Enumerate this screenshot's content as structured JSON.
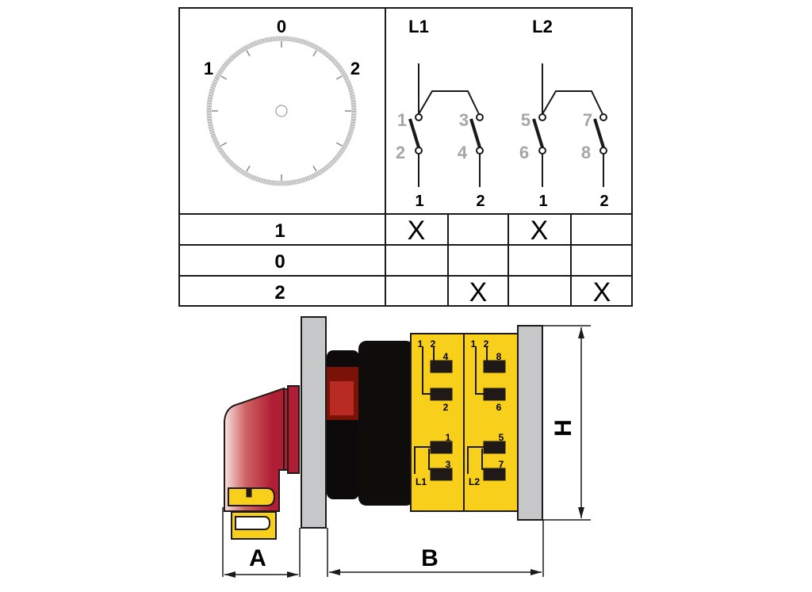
{
  "dial": {
    "positions": [
      "0",
      "1",
      "2"
    ]
  },
  "schematic": {
    "groups": [
      {
        "line_label": "L1",
        "contacts": [
          "1",
          "2",
          "3",
          "4"
        ],
        "outputs": [
          "1",
          "2"
        ]
      },
      {
        "line_label": "L2",
        "contacts": [
          "5",
          "6",
          "7",
          "8"
        ],
        "outputs": [
          "1",
          "2"
        ]
      }
    ]
  },
  "switching_table": {
    "rows": [
      {
        "position": "1",
        "cells": [
          "X",
          "",
          "X",
          ""
        ]
      },
      {
        "position": "0",
        "cells": [
          "",
          "",
          "",
          ""
        ]
      },
      {
        "position": "2",
        "cells": [
          "",
          "X",
          "",
          "X"
        ]
      }
    ]
  },
  "side_view": {
    "module1": {
      "top_labels": [
        "1",
        "2"
      ],
      "terminals": [
        "4",
        "2",
        "1",
        "3"
      ],
      "line_label": "L1"
    },
    "module2": {
      "top_labels": [
        "1",
        "2"
      ],
      "terminals": [
        "8",
        "6",
        "5",
        "7"
      ],
      "line_label": "L2"
    },
    "dimensions": {
      "a": "A",
      "b": "B",
      "h": "H"
    }
  },
  "colors": {
    "handle_red": "#b01e35",
    "module_yellow": "#f8cf1a",
    "plate_grey": "#c6c7c9",
    "contact_grey": "#a6a6a6"
  }
}
